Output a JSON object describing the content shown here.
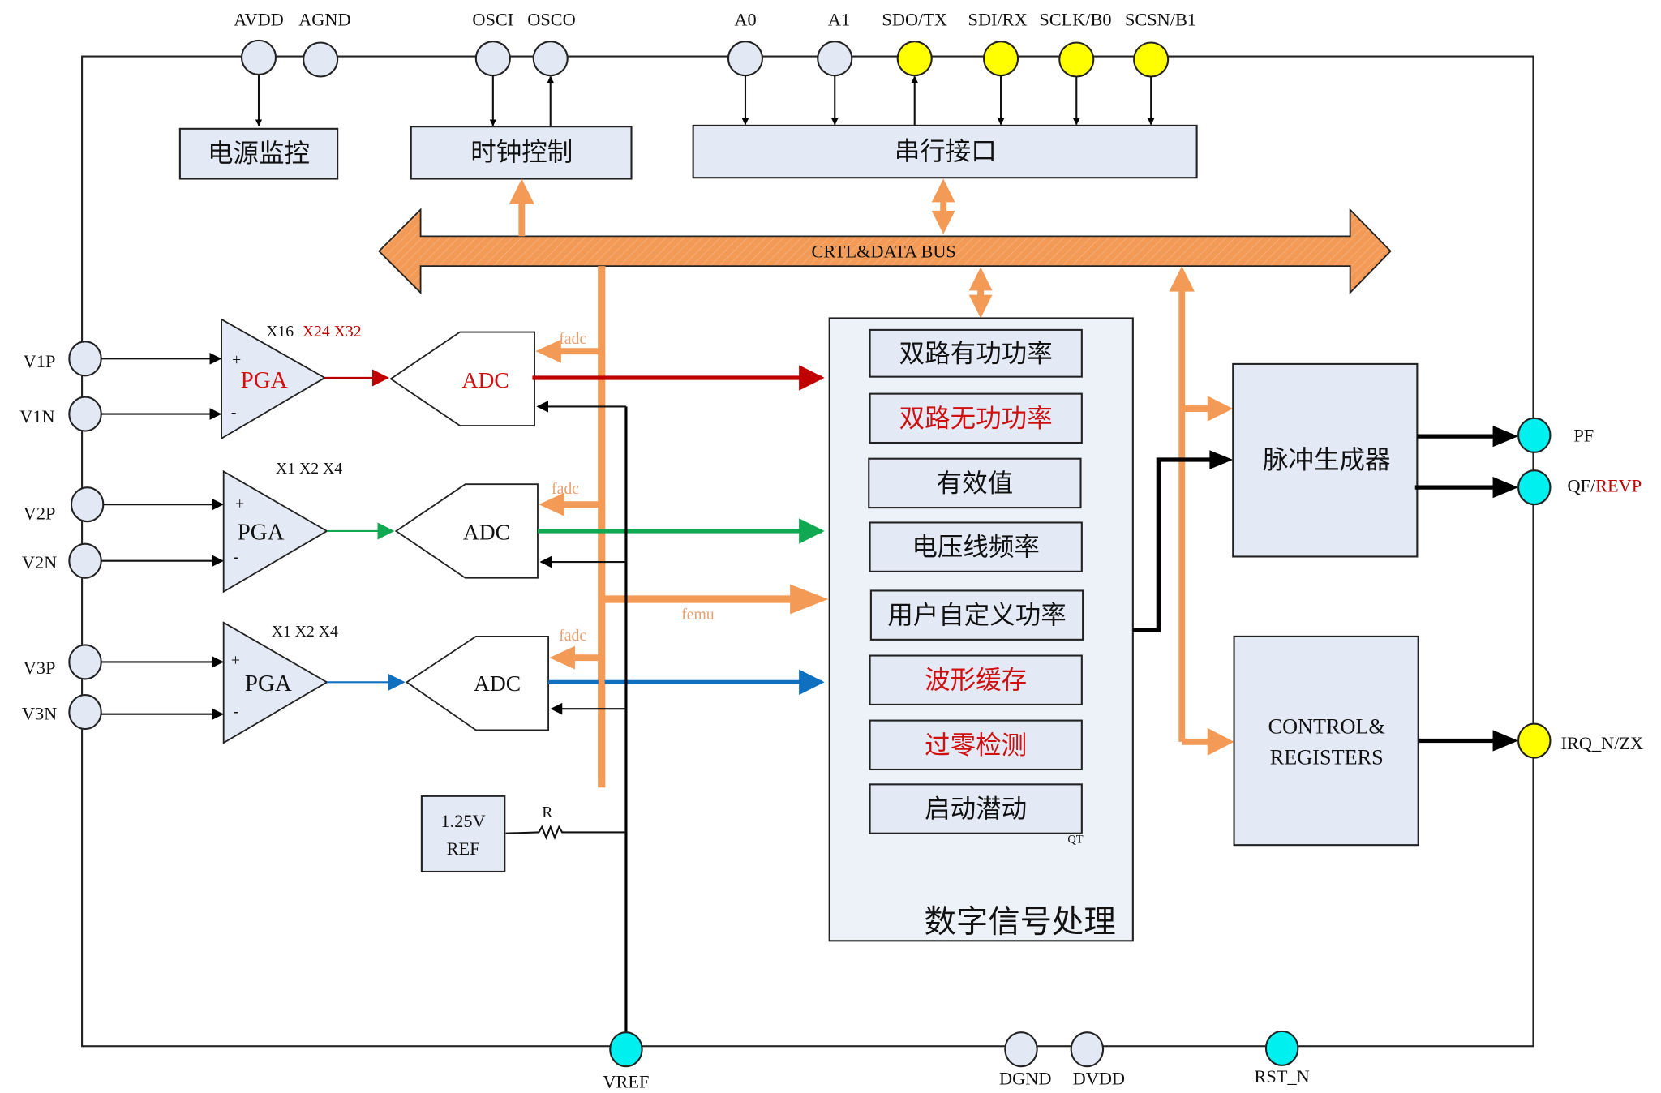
{
  "colors": {
    "block_fill": "#e4eaf5",
    "bus_orange": "#f39a56",
    "pin_grey": "#e3e9f4",
    "pin_yellow": "#ffff00",
    "pin_cyan": "#00f0f0",
    "ch1_signal": "#c00000",
    "ch2_signal": "#10a850",
    "ch3_signal": "#1070c0",
    "highlight_text": "#d01010"
  },
  "pins": {
    "top": [
      "AVDD",
      "AGND",
      "OSCI",
      "OSCO",
      "A0",
      "A1",
      "SDO/TX",
      "SDI/RX",
      "SCLK/B0",
      "SCSN/B1"
    ],
    "left": [
      "V1P",
      "V1N",
      "V2P",
      "V2N",
      "V3P",
      "V3N"
    ],
    "right": {
      "pf": "PF",
      "qf": "QF/",
      "revp": "REVP",
      "irq": "IRQ_N/ZX"
    },
    "bottom": [
      "VREF",
      "DGND",
      "DVDD",
      "RST_N"
    ]
  },
  "blocks": {
    "power_monitor": "电源监控",
    "clock_control": "时钟控制",
    "serial_interface": "串行接口",
    "bus": "CRTL&DATA  BUS",
    "pulse_generator": "脉冲生成器",
    "control_registers_line1": "CONTROL&",
    "control_registers_line2": "REGISTERS",
    "ref_line1": "1.25V",
    "ref_line2": "REF",
    "resistor": "R"
  },
  "channels": [
    {
      "pga": "PGA",
      "adc": "ADC",
      "gain_base": "X16",
      "gain_ext": "X24 X32",
      "plus": "+",
      "minus": "-",
      "clk": "fadc"
    },
    {
      "pga": "PGA",
      "adc": "ADC",
      "gain_base": "X1 X2 X4",
      "gain_ext": "",
      "plus": "+",
      "minus": "-",
      "clk": "fadc"
    },
    {
      "pga": "PGA",
      "adc": "ADC",
      "gain_base": "X1 X2 X4",
      "gain_ext": "",
      "plus": "+",
      "minus": "-",
      "clk": "fadc"
    }
  ],
  "femu_label": "femu",
  "dsp": {
    "title": "数字信号处理",
    "hidden_label": "QT",
    "items": [
      {
        "label": "双路有功功率",
        "highlight": false
      },
      {
        "label": "双路无功功率",
        "highlight": true
      },
      {
        "label": "有效值",
        "highlight": false
      },
      {
        "label": "电压线频率",
        "highlight": false
      },
      {
        "label": "用户自定义功率",
        "highlight": false
      },
      {
        "label": "波形缓存",
        "highlight": true
      },
      {
        "label": "过零检测",
        "highlight": true
      },
      {
        "label": "启动潜动",
        "highlight": false
      }
    ]
  }
}
